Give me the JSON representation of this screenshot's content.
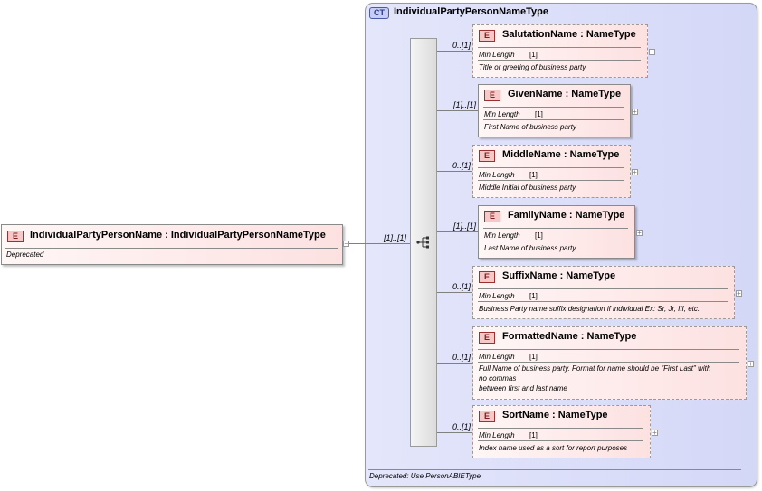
{
  "root": {
    "badge": "E",
    "title": "IndividualPartyPersonName : IndividualPartyPersonNameType",
    "doc": "Deprecated",
    "occurrence": "[1]..[1]"
  },
  "complex_type": {
    "badge": "CT",
    "title": "IndividualPartyPersonNameType",
    "footer": "Deprecated: Use PersonABIEType"
  },
  "children": [
    {
      "badge": "E",
      "occurrence": "0..[1]",
      "title": "SalutationName : NameType",
      "prop_name": "Min Length",
      "prop_value": "[1]",
      "doc": "Title or greeting of business party"
    },
    {
      "badge": "E",
      "occurrence": "[1]..[1]",
      "title": "GivenName : NameType",
      "prop_name": "Min Length",
      "prop_value": "[1]",
      "doc": "First Name of business party"
    },
    {
      "badge": "E",
      "occurrence": "0..[1]",
      "title": "MiddleName : NameType",
      "prop_name": "Min Length",
      "prop_value": "[1]",
      "doc": "Middle Initial of business party"
    },
    {
      "badge": "E",
      "occurrence": "[1]..[1]",
      "title": "FamilyName : NameType",
      "prop_name": "Min Length",
      "prop_value": "[1]",
      "doc": "Last Name of business party"
    },
    {
      "badge": "E",
      "occurrence": "0..[1]",
      "title": "SuffixName : NameType",
      "prop_name": "Min Length",
      "prop_value": "[1]",
      "doc": "Business Party name suffix designation if individual Ex: Sr, Jr, III, etc."
    },
    {
      "badge": "E",
      "occurrence": "0..[1]",
      "title": "FormattedName : NameType",
      "prop_name": "Min Length",
      "prop_value": "[1]",
      "doc_lines": [
        "Full Name of business party. Format for name should be \"First Last\" with",
        "no commas",
        "between first and last name"
      ]
    },
    {
      "badge": "E",
      "occurrence": "0..[1]",
      "title": "SortName : NameType",
      "prop_name": "Min Length",
      "prop_value": "[1]",
      "doc": "Index name used as a sort for report purposes"
    }
  ],
  "icons": {
    "collapse": "minus-icon",
    "expand": "plus-icon",
    "sequence": "sequence-compositor-icon"
  }
}
